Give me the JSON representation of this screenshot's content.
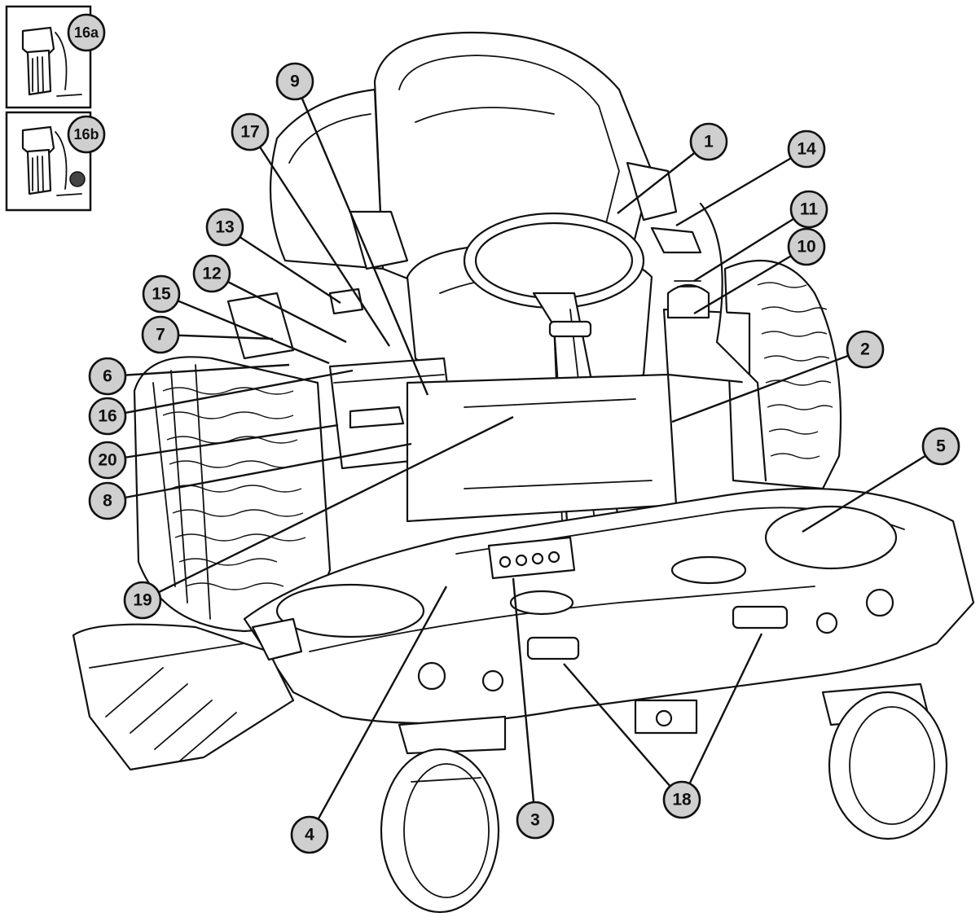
{
  "callouts": [
    {
      "id": "1",
      "text": "1"
    },
    {
      "id": "2",
      "text": "2"
    },
    {
      "id": "3",
      "text": "3"
    },
    {
      "id": "4",
      "text": "4"
    },
    {
      "id": "5",
      "text": "5"
    },
    {
      "id": "6",
      "text": "6"
    },
    {
      "id": "7",
      "text": "7"
    },
    {
      "id": "8",
      "text": "8"
    },
    {
      "id": "9",
      "text": "9"
    },
    {
      "id": "10",
      "text": "10"
    },
    {
      "id": "11",
      "text": "11"
    },
    {
      "id": "12",
      "text": "12"
    },
    {
      "id": "13",
      "text": "13"
    },
    {
      "id": "14",
      "text": "14"
    },
    {
      "id": "15",
      "text": "15"
    },
    {
      "id": "16",
      "text": "16"
    },
    {
      "id": "16a",
      "text": "16a"
    },
    {
      "id": "16b",
      "text": "16b"
    },
    {
      "id": "17",
      "text": "17"
    },
    {
      "id": "18",
      "text": "18"
    },
    {
      "id": "19",
      "text": "19"
    },
    {
      "id": "20",
      "text": "20"
    }
  ]
}
